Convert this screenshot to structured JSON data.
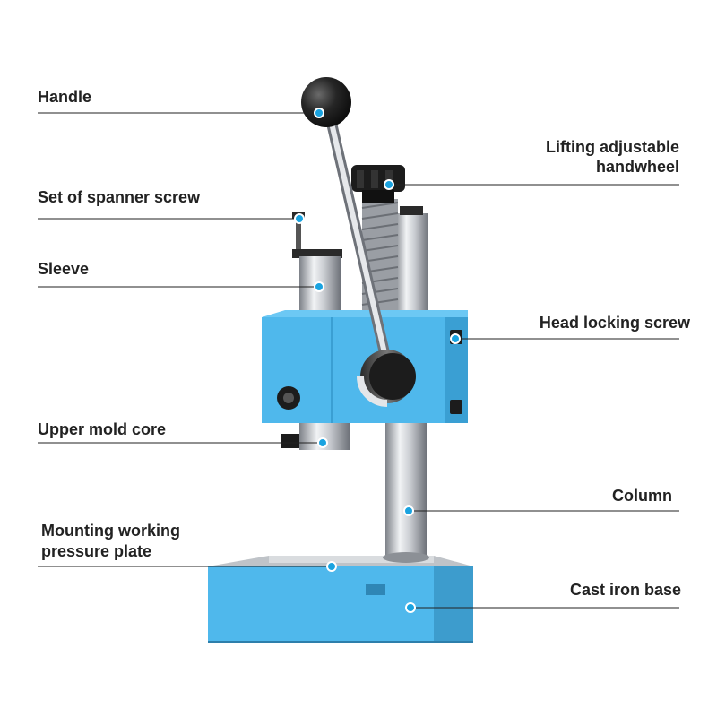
{
  "colors": {
    "body_blue": "#4fb8ec",
    "body_blue_dark": "#3a9fd3",
    "steel": "#c9ccd1",
    "black_part": "#1c1c1c",
    "marker": "#1aa3e0",
    "leader": "#222222"
  },
  "labels": {
    "handle": "Handle",
    "lifting_line1": "Lifting adjustable",
    "lifting_line2": "handwheel",
    "spanner": "Set of spanner screw",
    "sleeve": "Sleeve",
    "head_locking": "Head locking screw",
    "upper_mold": "Upper mold core",
    "column": "Column",
    "mounting_line1": "Mounting working",
    "mounting_line2": "pressure plate",
    "cast_iron": "Cast iron base"
  }
}
